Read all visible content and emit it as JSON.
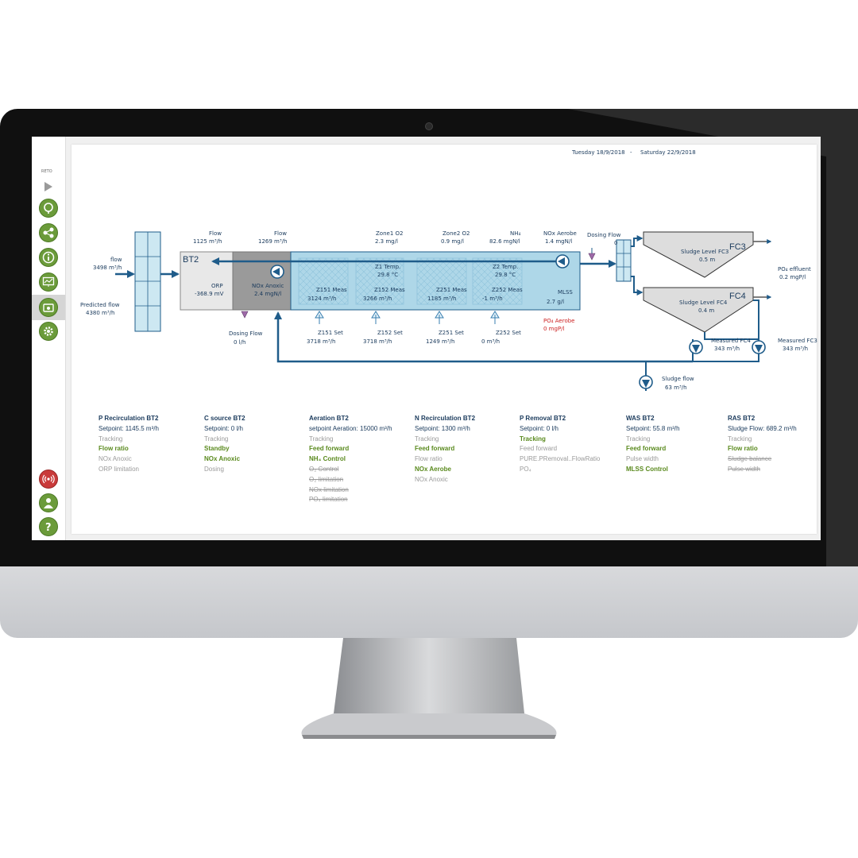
{
  "header": {
    "date_from": "Tuesday 18/9/2018",
    "sep": "-",
    "date_to": "Saturday 22/9/2018"
  },
  "sidebar": {
    "top_label": "RETO",
    "items": [
      {
        "icon": "location-icon"
      },
      {
        "icon": "network-icon"
      },
      {
        "icon": "info-icon"
      },
      {
        "icon": "chart-monitor-icon"
      },
      {
        "icon": "dashboard-icon",
        "selected": true
      },
      {
        "icon": "gear-icon"
      }
    ],
    "bottom_items": [
      {
        "icon": "signal-icon",
        "color": "#c93a3a"
      },
      {
        "icon": "user-icon"
      },
      {
        "icon": "help-icon"
      }
    ]
  },
  "diagram": {
    "inflow": {
      "label": "flow",
      "value": "3498 m³/h"
    },
    "predicted": {
      "label": "Predicted flow",
      "value": "4380   m³/h"
    },
    "flow1": {
      "label": "Flow",
      "value": "1125 m³/h"
    },
    "flow2": {
      "label": "Flow",
      "value": "1269 m³/h"
    },
    "tank": "BT2",
    "orp": {
      "label": "ORP",
      "value": "-368.9 mV"
    },
    "nox_anoxic": {
      "label": "NOx Anoxic",
      "value": "2.4  mgN/l"
    },
    "zone1_o2": {
      "label": "Zone1 O2",
      "value": "2.3   mg/l"
    },
    "zone2_o2": {
      "label": "Zone2 O2",
      "value": "0.9   mg/l"
    },
    "nh4": {
      "label": "NH₄",
      "value": "82.6 mgN/l"
    },
    "nox_aerobe": {
      "label": "NOx Aerobe",
      "value": "1.4   mgN/l"
    },
    "z1_temp": {
      "label": "Z1 Temp.",
      "value": "29.8   °C"
    },
    "z2_temp": {
      "label": "Z2 Temp.",
      "value": "29.8   °C"
    },
    "z151_meas": {
      "label": "Z151 Meas",
      "value": "3124    m³/h"
    },
    "z152_meas": {
      "label": "Z152 Meas",
      "value": "3266    m³/h"
    },
    "z251_meas": {
      "label": "Z251 Meas",
      "value": "1185    m³/h"
    },
    "z252_meas": {
      "label": "Z252 Meas",
      "value": "-1       m³/h"
    },
    "mlss": {
      "label": "MLSS",
      "value": "2.7    g/l"
    },
    "po4_aerobe": {
      "label": "PO₄ Aerobe",
      "value": "0    mgP/l"
    },
    "dosing_flow_left": {
      "label": "Dosing Flow",
      "value": "0        l/h"
    },
    "z151_set": {
      "label": "Z151 Set",
      "value": "3718      m³/h"
    },
    "z152_set": {
      "label": "Z152 Set",
      "value": "3718      m³/h"
    },
    "z251_set": {
      "label": "Z251 Set",
      "value": "1249      m³/h"
    },
    "z252_set": {
      "label": "Z252 Set",
      "value": "0          m³/h"
    },
    "dosing_flow_right": {
      "label": "Dosing Flow",
      "value": "0"
    },
    "fc3": {
      "name": "FC3",
      "label": "Sludge Level FC3",
      "value": "0.5       m"
    },
    "fc4": {
      "name": "FC4",
      "label": "Sludge Level FC4",
      "value": "0.4       m"
    },
    "po4_effluent": {
      "label": "PO₄ effluent",
      "value": "0.2   mgP/l"
    },
    "measured_fc4": {
      "label": "Measured FC4",
      "value": "343      m³/h"
    },
    "measured_fc3": {
      "label": "Measured FC3",
      "value": "343      m³/h"
    },
    "sludge_flow": {
      "label": "Sludge flow",
      "value": "63      m³/h"
    }
  },
  "controllers": [
    {
      "title": "P Recirculation BT2",
      "setpoint": "Setpoint: 1145.5 m³/h",
      "modes": [
        {
          "t": "Tracking",
          "s": "g"
        },
        {
          "t": "Flow ratio",
          "s": "a"
        },
        {
          "t": "NOx Anoxic",
          "s": "g"
        },
        {
          "t": "ORP limitation",
          "s": "g"
        }
      ]
    },
    {
      "title": "C source BT2",
      "setpoint": "Setpoint: 0 l/h",
      "modes": [
        {
          "t": "Tracking",
          "s": "g"
        },
        {
          "t": "Standby",
          "s": "a"
        },
        {
          "t": "NOx Anoxic",
          "s": "a"
        },
        {
          "t": "Dosing",
          "s": "g"
        }
      ]
    },
    {
      "title": "Aeration BT2",
      "setpoint": "setpoint Aeration: 15000 m³/h",
      "modes": [
        {
          "t": "Tracking",
          "s": "g"
        },
        {
          "t": "Feed forward",
          "s": "a"
        },
        {
          "t": "NH₄ Control",
          "s": "a"
        },
        {
          "t": "O₂ Control",
          "s": "s"
        },
        {
          "t": "O₂ limitation",
          "s": "s"
        },
        {
          "t": "NOx limitation",
          "s": "s"
        },
        {
          "t": "PO₄ limitation",
          "s": "s"
        }
      ]
    },
    {
      "title": "N Recirculation BT2",
      "setpoint": "Setpoint: 1300 m³/h",
      "modes": [
        {
          "t": "Tracking",
          "s": "g"
        },
        {
          "t": "Feed forward",
          "s": "a"
        },
        {
          "t": "Flow ratio",
          "s": "g"
        },
        {
          "t": "NOx Aerobe",
          "s": "a"
        },
        {
          "t": "NOx Anoxic",
          "s": "g"
        }
      ]
    },
    {
      "title": "P Removal BT2",
      "setpoint": "Setpoint: 0 l/h",
      "modes": [
        {
          "t": "Tracking",
          "s": "a"
        },
        {
          "t": "Feed forward",
          "s": "g"
        },
        {
          "t": "PURE.PRemoval..FlowRatio",
          "s": "g"
        },
        {
          "t": "PO₄",
          "s": "g"
        }
      ]
    },
    {
      "title": "WAS BT2",
      "setpoint": "Setpoint: 55.8 m³/h",
      "modes": [
        {
          "t": "Tracking",
          "s": "g"
        },
        {
          "t": "Feed forward",
          "s": "a"
        },
        {
          "t": "Pulse width",
          "s": "g"
        },
        {
          "t": "MLSS Control",
          "s": "a"
        }
      ]
    },
    {
      "title": "RAS BT2",
      "setpoint": "Sludge Flow: 689.2 m³/h",
      "modes": [
        {
          "t": "Tracking",
          "s": "g"
        },
        {
          "t": "Flow ratio",
          "s": "a"
        },
        {
          "t": "Sludge balance",
          "s": "s"
        },
        {
          "t": "Pulse width",
          "s": "s"
        }
      ]
    }
  ],
  "colors": {
    "pipe": "#1f5c8a",
    "tank_water": "#aed7e8",
    "accent_green": "#6b9b3a",
    "alert_red": "#cc2222"
  }
}
